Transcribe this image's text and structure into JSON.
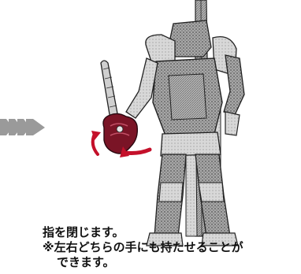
{
  "caption": {
    "line1": "指を閉じます。",
    "line2": "※左右どちらの手にも持たせることが",
    "line3": "できます。"
  },
  "colors": {
    "arrow_red": "#c4102a",
    "hand_maroon": "#7a1426",
    "chevron_gray": "#9a9a9a",
    "figure_gray": "#9b9b9b"
  }
}
